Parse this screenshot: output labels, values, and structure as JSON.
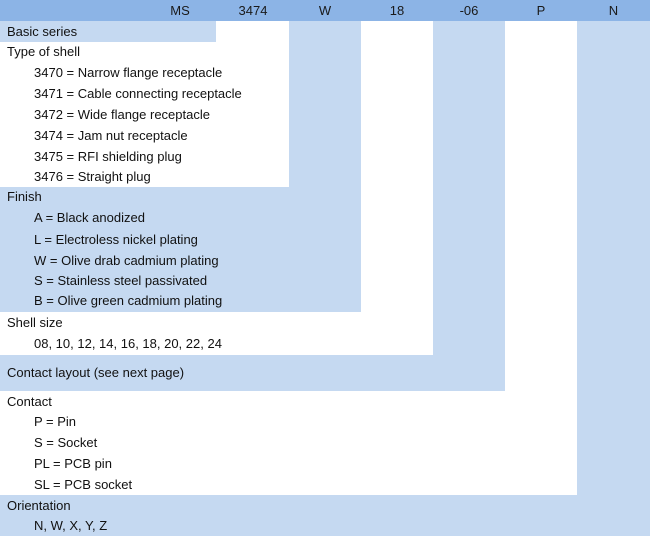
{
  "header": {
    "codes": [
      "MS",
      "3474",
      "W",
      "18",
      "-06",
      "P",
      "N"
    ]
  },
  "sections": {
    "basic_series": {
      "title": "Basic series"
    },
    "shell_type": {
      "title": "Type of shell",
      "items": [
        "3470 = Narrow flange receptacle",
        "3471 = Cable connecting receptacle",
        "3472 = Wide flange receptacle",
        "3474 = Jam nut receptacle",
        "3475 = RFI shielding plug",
        "3476 = Straight plug"
      ]
    },
    "finish": {
      "title": "Finish",
      "items": [
        "A = Black anodized",
        "L = Electroless nickel plating",
        "W = Olive drab cadmium plating",
        "S = Stainless steel passivated",
        "B = Olive green cadmium plating"
      ]
    },
    "shell_size": {
      "title": "Shell size",
      "items": [
        "08, 10, 12, 14, 16, 18, 20, 22, 24"
      ]
    },
    "contact_layout": {
      "title": "Contact layout (see next page)"
    },
    "contact": {
      "title": "Contact",
      "items": [
        "P = Pin",
        "S = Socket",
        "PL = PCB pin",
        "SL = PCB socket"
      ]
    },
    "orientation": {
      "title": "Orientation",
      "items": [
        "N, W, X, Y, Z"
      ]
    }
  },
  "colors": {
    "header": "#8cb4e6",
    "fill": "#c5d9f1",
    "background": "#ffffff"
  }
}
